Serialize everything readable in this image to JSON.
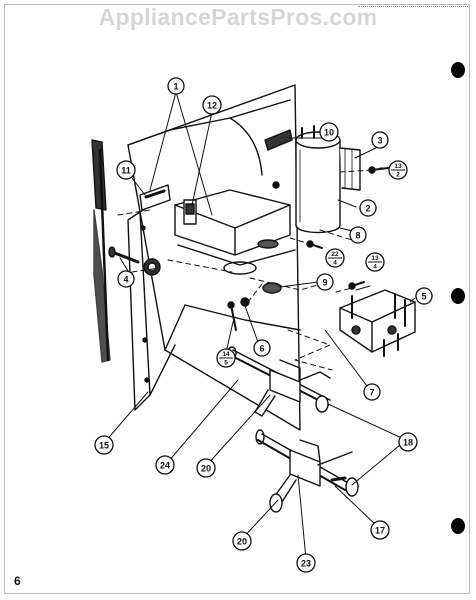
{
  "watermark": "AppliancePartsPros.com",
  "page_number": "6",
  "callouts": {
    "c1": "1",
    "c2": "2",
    "c3": "3",
    "c4": "4",
    "c5": "5",
    "c6": "6",
    "c7": "7",
    "c8": "8",
    "c9": "9",
    "c10": "10",
    "c11": "11",
    "c12": "12",
    "c13a_top": "13",
    "c13a_bot": "2",
    "c13b_top": "13",
    "c13b_bot": "4",
    "c14_top": "14",
    "c14_bot": "5",
    "c15": "15",
    "c17": "17",
    "c18": "18",
    "c20a": "20",
    "c20b": "20",
    "c22_top": "22",
    "c22_bot": "4",
    "c23": "23",
    "c24": "24"
  }
}
